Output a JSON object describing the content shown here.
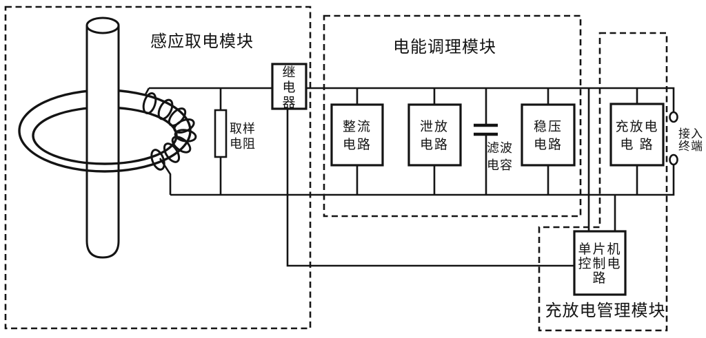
{
  "diagram": {
    "modules": {
      "induction": {
        "title": "感应取电模块"
      },
      "conditioning": {
        "title": "电能调理模块"
      },
      "management": {
        "title": "充放电管理模块"
      }
    },
    "components": {
      "relay": {
        "lines": [
          "继",
          "电",
          "器"
        ]
      },
      "sampling_resistor": {
        "lines": [
          "取样",
          "电阻"
        ]
      },
      "rectifier": {
        "lines": [
          "整流",
          "电路"
        ]
      },
      "bleeder": {
        "lines": [
          "泄放",
          "电路"
        ]
      },
      "filter_capacitor": {
        "lines": [
          "滤波",
          "电容"
        ]
      },
      "regulator": {
        "lines": [
          "稳压",
          "电路"
        ]
      },
      "charge_discharge": {
        "lines": [
          "充放电",
          "电 路"
        ]
      },
      "mcu": {
        "lines": [
          "单片机",
          "控制电",
          "路"
        ]
      },
      "terminal": {
        "lines": [
          "接入",
          "终端"
        ]
      }
    },
    "colors": {
      "ink": "#141414",
      "background": "#ffffff"
    }
  }
}
